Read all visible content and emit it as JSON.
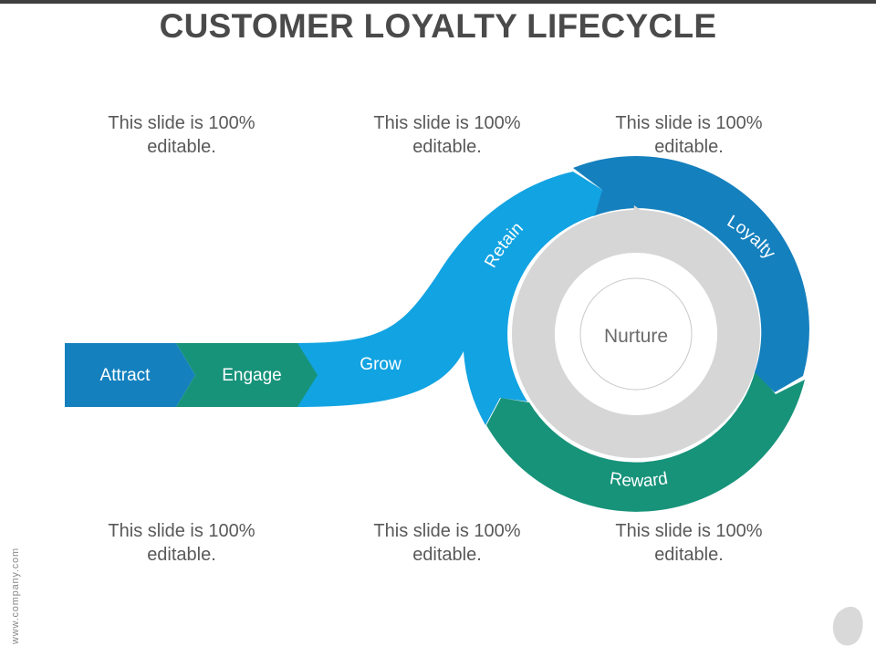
{
  "title": "CUSTOMER LOYALTY LIFECYCLE",
  "notes": [
    "This slide is 100% editable.",
    "This slide is 100% editable.",
    "This slide is 100% editable.",
    "This slide is 100% editable.",
    "This slide is 100% editable.",
    "This slide is 100% editable."
  ],
  "stages": {
    "attract": "Attract",
    "engage": "Engage",
    "grow": "Grow",
    "retain": "Retain",
    "loyalty": "Loyalty",
    "reward": "Reward",
    "nurture": "Nurture"
  },
  "footer": "www.company.com",
  "colors": {
    "dark_blue": "#1580be",
    "light_blue": "#12a3e2",
    "teal": "#17937a",
    "gray_ring": "#d6d6d6",
    "title": "#4a4a4a",
    "note_text": "#595959"
  }
}
